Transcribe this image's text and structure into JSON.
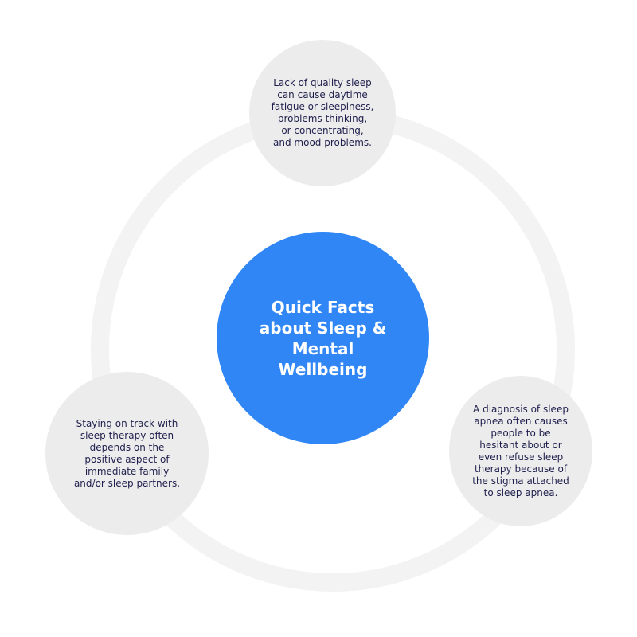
{
  "center": {
    "title": "Quick Facts about Sleep & Mental Wellbeing"
  },
  "facts": {
    "top": "Lack of quality sleep\ncan cause daytime\nfatigue or sleepiness,\nproblems thinking,\nor concentrating,\nand mood problems.",
    "left": "Staying on track with\nsleep therapy often\ndepends on the\npositive aspect of\nimmediate family\nand/or sleep partners.",
    "right": "A diagnosis of sleep\napnea often causes\npeople to be\nhesitant about or\neven refuse sleep\ntherapy because of\nthe stigma attached\nto sleep apnea."
  },
  "colors": {
    "center_fill": "#3186f6",
    "fact_fill": "#ececec",
    "ring": "#f3f3f3",
    "fact_text": "#1f1f4d"
  }
}
